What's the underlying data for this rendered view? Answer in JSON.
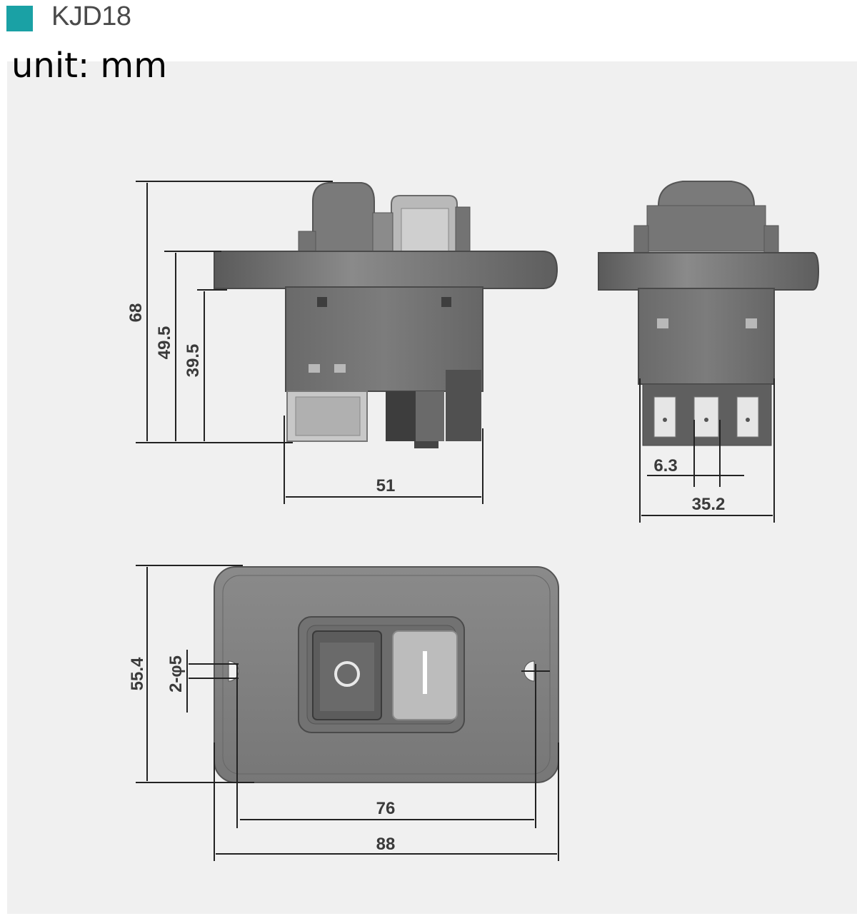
{
  "header": {
    "marker_color": "#1aa1a5",
    "model": "KJD18"
  },
  "unit_note": "unit: mm",
  "colors": {
    "panel_background": "#f0f0f0",
    "body_gray": "#6e6e6e",
    "dimension_line": "#222222",
    "on_button": "#bcbcbc",
    "off_button": "#5c5c5c"
  },
  "views": {
    "front": {
      "dimensions": {
        "height_total": "68",
        "height_mount": "49.5",
        "height_flange": "39.5",
        "width": "51"
      }
    },
    "side": {
      "dimensions": {
        "terminal_width": "6.3",
        "body_width": "35.2"
      }
    },
    "top": {
      "dimensions": {
        "height": "55.4",
        "hole": "2-φ5",
        "hole_pitch": "76",
        "overall_width": "88"
      },
      "buttons": {
        "off_symbol": "O",
        "on_symbol": "I"
      }
    }
  }
}
